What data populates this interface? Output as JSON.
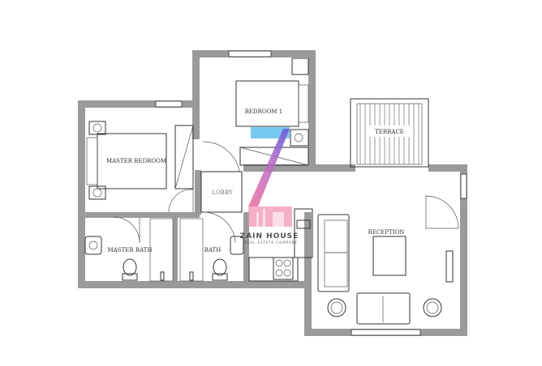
{
  "rooms": {
    "master_bedroom": "MASTER BEDROOM",
    "bedroom1": "BEDROOM 1",
    "terrace": "TERRACE",
    "lobby": "LOBBY",
    "reception": "RECEPTION",
    "master_bath": "MASTER BATH",
    "bath": "BATH"
  },
  "watermark": {
    "name": "ZAIN HOUSE",
    "tagline": "REAL ESTATE COMPANY"
  },
  "colors": {
    "wall": "#9a9a9a",
    "watermark_pink": "#f06a9a",
    "watermark_blue": "#3ab0e8",
    "watermark_purple": "#9a6ad0"
  }
}
